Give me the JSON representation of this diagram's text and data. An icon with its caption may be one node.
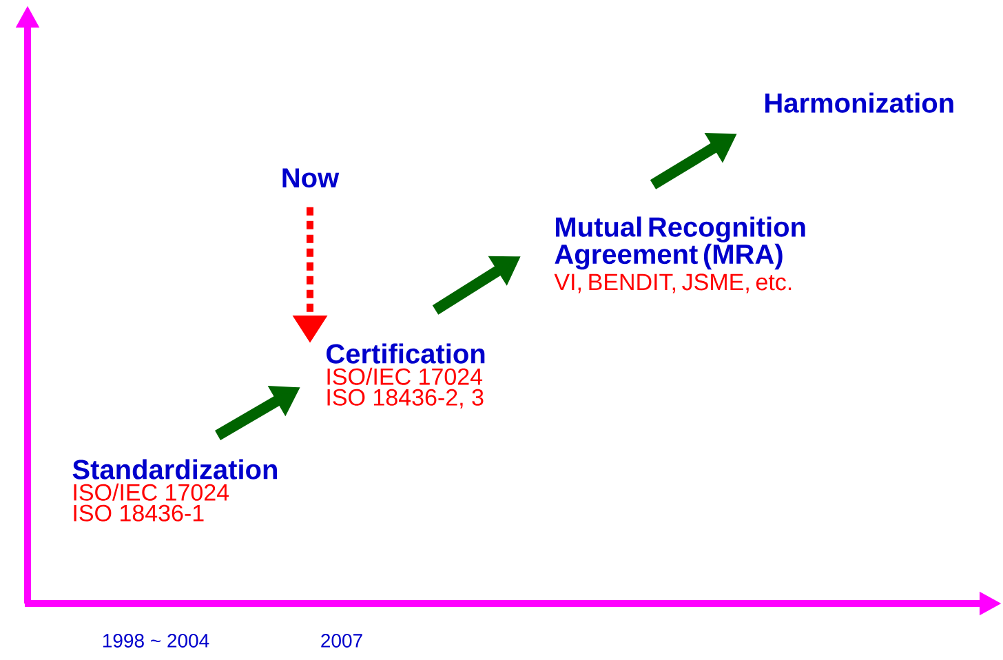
{
  "diagram": {
    "nodes": [
      {
        "text": [
          "Now"
        ]
      },
      {
        "text": [
          "Standardization",
          "ISO/IEC 17024",
          "ISO 18436-1"
        ]
      },
      {
        "text": [
          "Certification",
          "ISO/IEC 17024",
          "ISO 18436-2, 3"
        ]
      },
      {
        "text": [
          "Mutual Recognition Agreement (MRA)",
          "VI, BENDIT, JSME, etc."
        ]
      },
      {
        "text": [
          "Harmonization"
        ]
      }
    ],
    "edges": [
      {
        "from": 0,
        "to": 2,
        "arrow": "to",
        "style": "dashed",
        "color": "#ff0000"
      },
      {
        "from": 1,
        "to": 2,
        "arrow": "to"
      },
      {
        "from": 2,
        "to": 3,
        "arrow": "to"
      },
      {
        "from": 3,
        "to": 4,
        "arrow": "to"
      }
    ],
    "labels": [
      "1998 ~ 2004",
      "2007"
    ]
  }
}
